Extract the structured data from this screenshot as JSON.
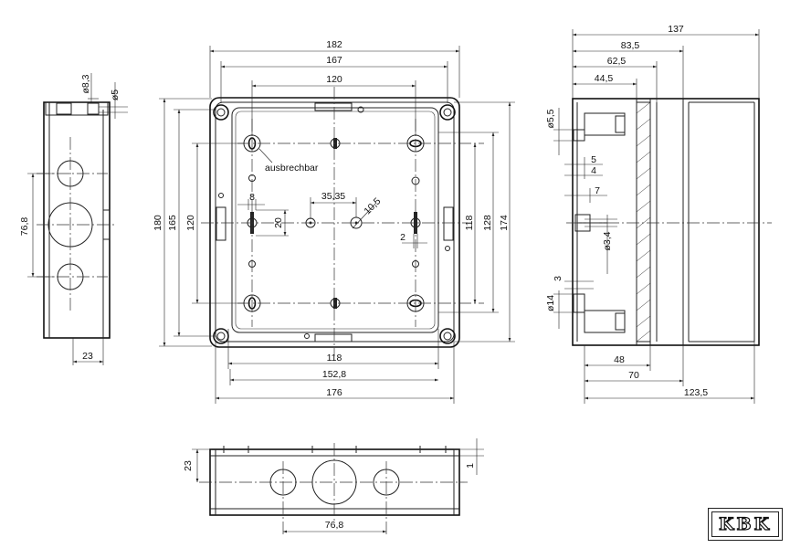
{
  "dimensions": {
    "top_width_outer": "182",
    "top_width_mid": "167",
    "top_width_inner": "120",
    "bottom_width_inner": "118",
    "bottom_width_mid": "152,8",
    "bottom_width_outer": "176",
    "height_left_outer": "180",
    "height_left_mid": "165",
    "height_left_inner": "120",
    "height_right_inner": "118",
    "height_right_mid": "128",
    "height_right_outer": "174",
    "pitch_35": "35,35",
    "dia_10": "10,5",
    "gap_8": "8",
    "gap_20": "20",
    "gap_2": "2",
    "side_dia_83": "ø8,3",
    "side_dia_5": "ø5",
    "side_hole_spacing": "76,8",
    "side_depth": "23",
    "right_137": "137",
    "right_835": "83,5",
    "right_625": "62,5",
    "right_445": "44,5",
    "right_dia55": "ø5,5",
    "right_5": "5",
    "right_4": "4",
    "right_7": "7",
    "right_dia34": "ø3,4",
    "right_3": "3",
    "right_dia14": "ø14",
    "right_48": "48",
    "right_70": "70",
    "right_1235": "123,5",
    "bottom_23": "23",
    "bottom_1": "1",
    "bottom_768": "76,8"
  },
  "labels": {
    "knockout": "ausbrechbar"
  },
  "logo": {
    "text": "KBK"
  }
}
